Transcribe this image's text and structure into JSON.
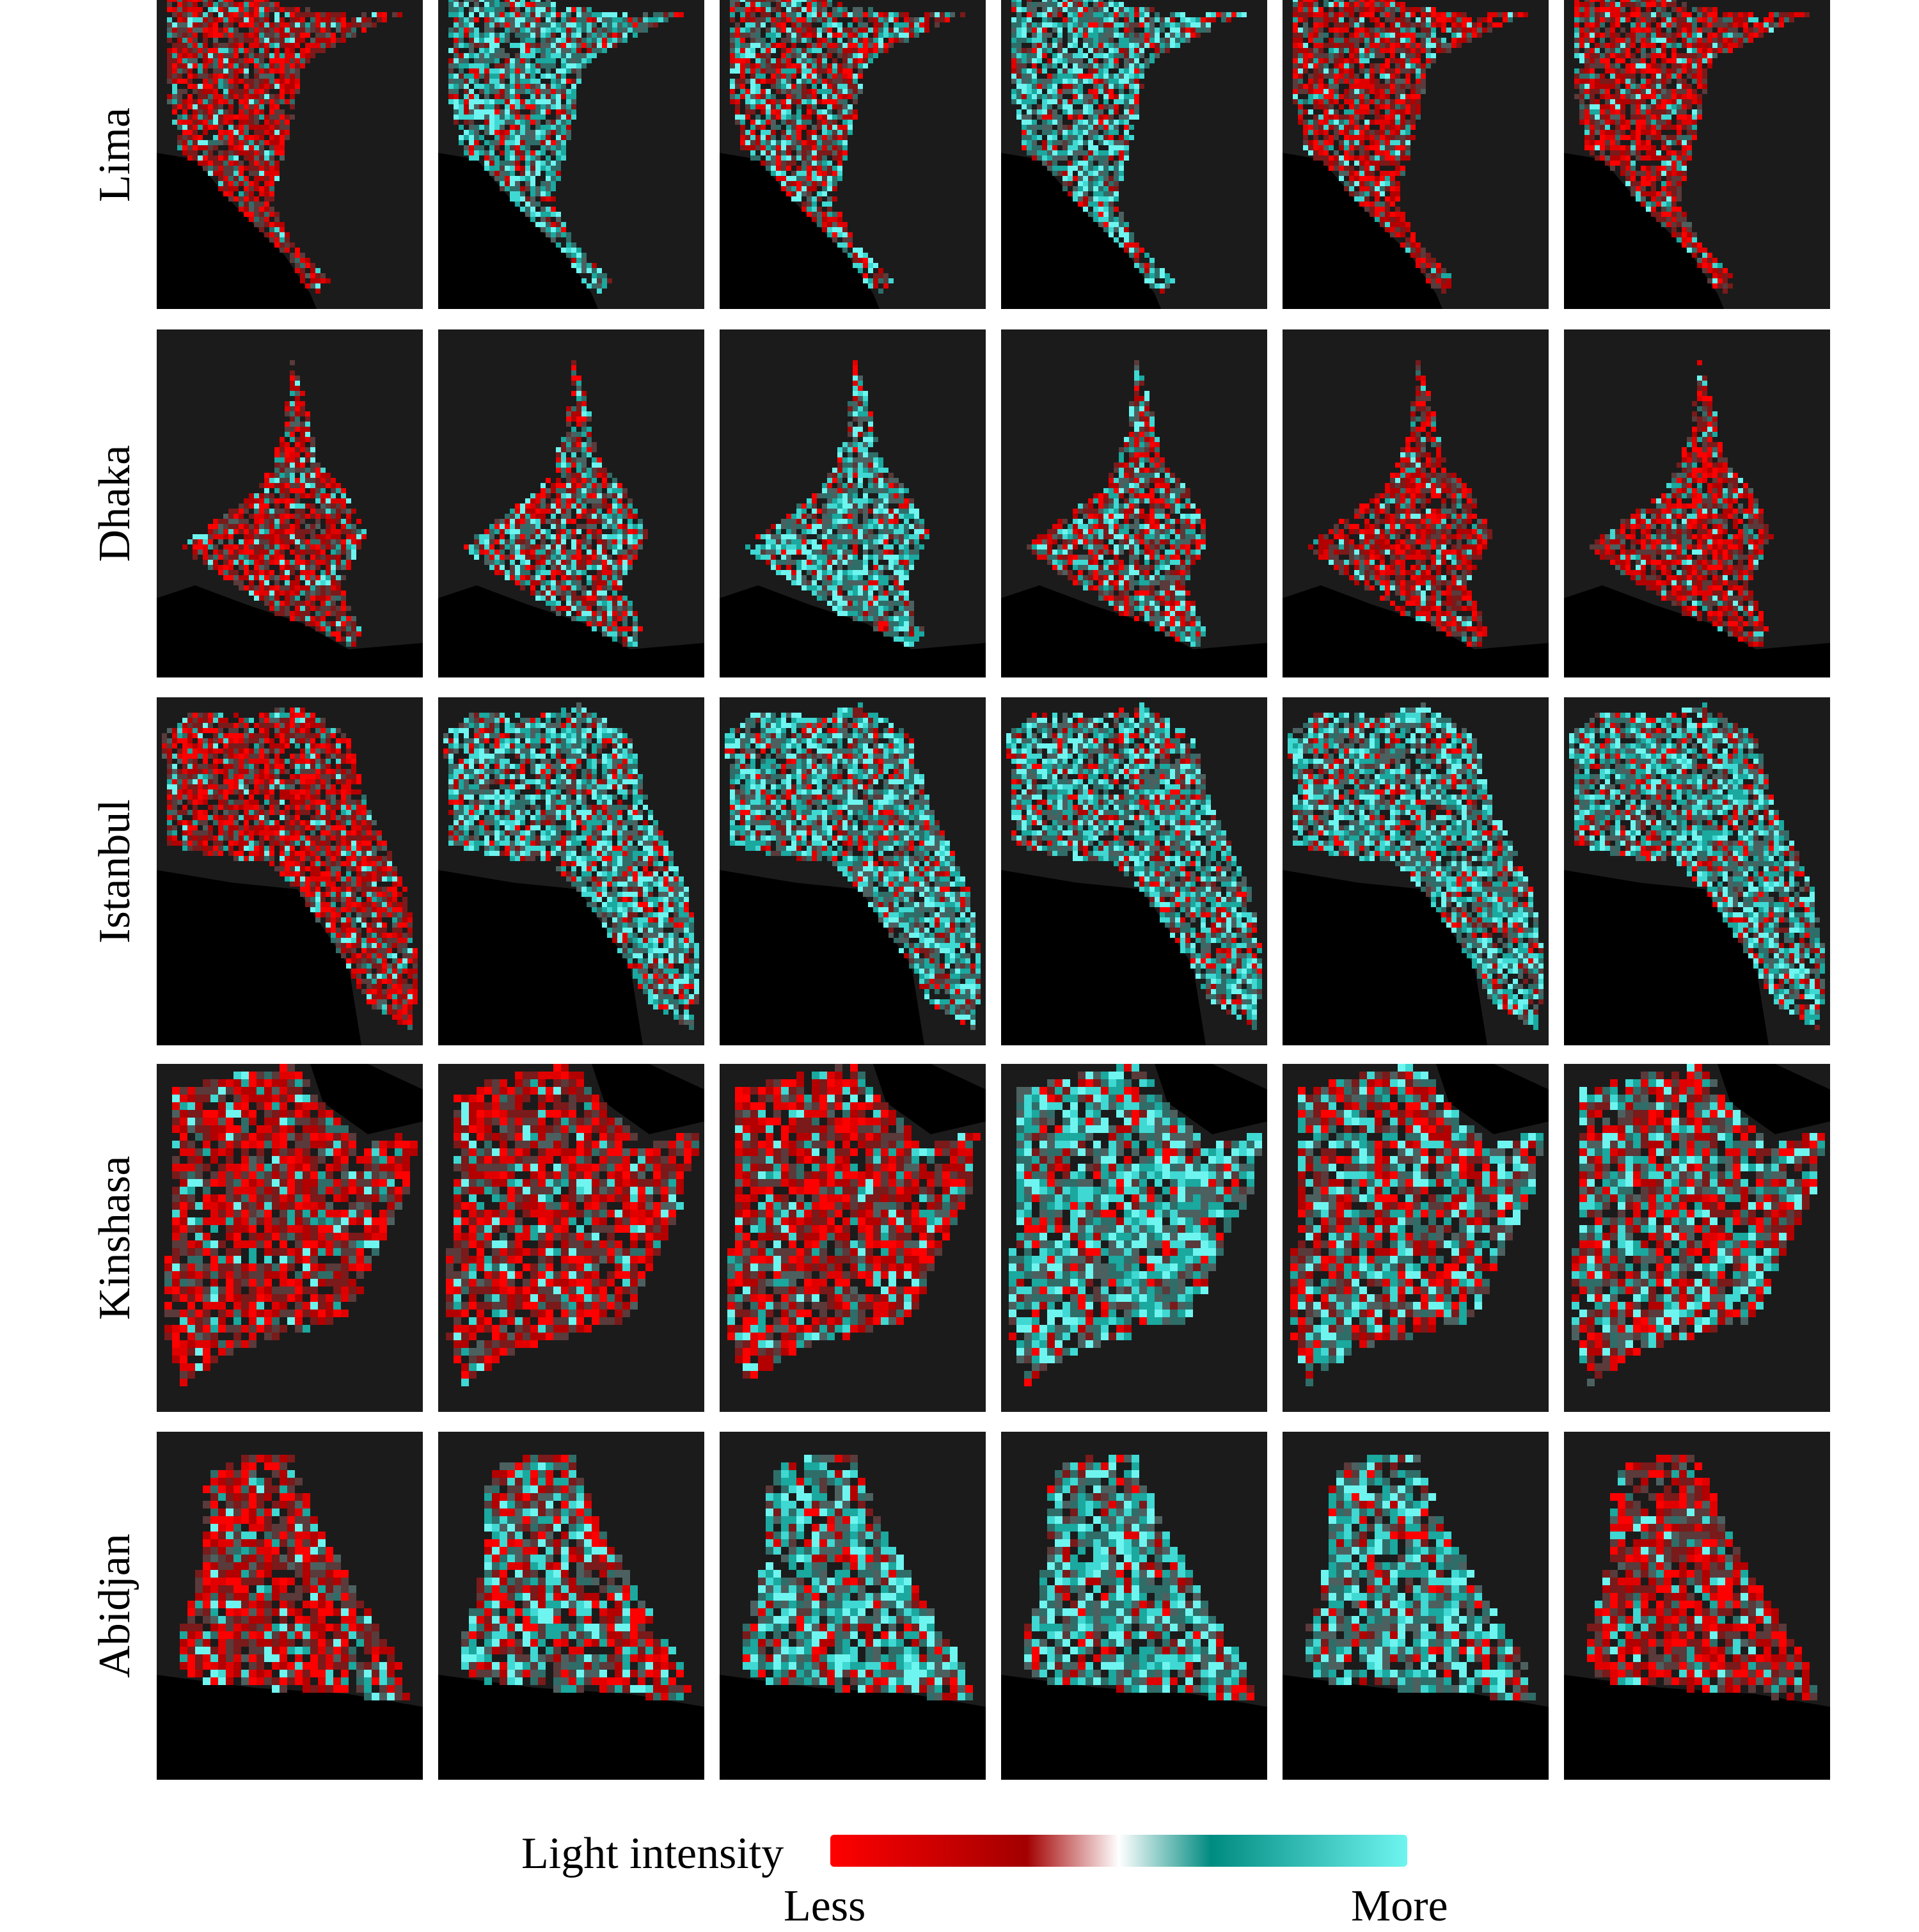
{
  "rows": [
    {
      "city": "Lima"
    },
    {
      "city": "Dhaka"
    },
    {
      "city": "Istanbul"
    },
    {
      "city": "Kinshasa"
    },
    {
      "city": "Abidjan"
    }
  ],
  "panel_count_per_row": 6,
  "panel_dominant_tone": [
    [
      "red",
      "cyan",
      "mixed",
      "cyan",
      "red",
      "red"
    ],
    [
      "red",
      "mixed",
      "cyan",
      "mixed",
      "red",
      "red"
    ],
    [
      "red",
      "cyan",
      "cyan",
      "cyan",
      "cyan",
      "cyan"
    ],
    [
      "red",
      "red",
      "red",
      "cyan",
      "mixed",
      "mixed"
    ],
    [
      "red",
      "mixed",
      "cyan",
      "cyan",
      "cyan",
      "red"
    ]
  ],
  "legend": {
    "title": "Light intensity",
    "less_label": "Less",
    "more_label": "More",
    "colormap": [
      "#ff0000",
      "#a30000",
      "#ffffff",
      "#008b80",
      "#6ff5f0"
    ]
  },
  "colors": {
    "background_land": "#1b1b1b",
    "water": "#000000",
    "less_intense": "#ff0000",
    "more_intense": "#6ff5f0"
  }
}
